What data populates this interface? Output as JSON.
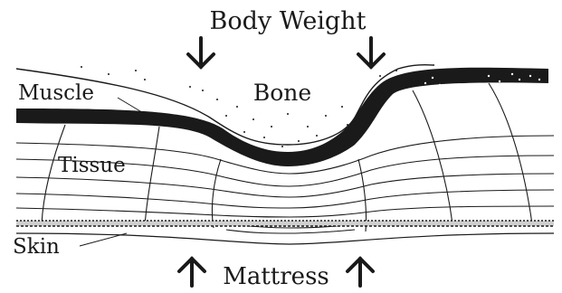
{
  "labels": {
    "force_top": "Body Weight",
    "bone": "Bone",
    "muscle": "Muscle",
    "tissue": "Tissue",
    "skin": "Skin",
    "force_bottom": "Mattress"
  },
  "icons": {
    "down_arrows": "arrow-down-icon",
    "up_arrows": "arrow-up-icon"
  },
  "colors": {
    "ink": "#1a1a1a",
    "background": "#ffffff"
  }
}
